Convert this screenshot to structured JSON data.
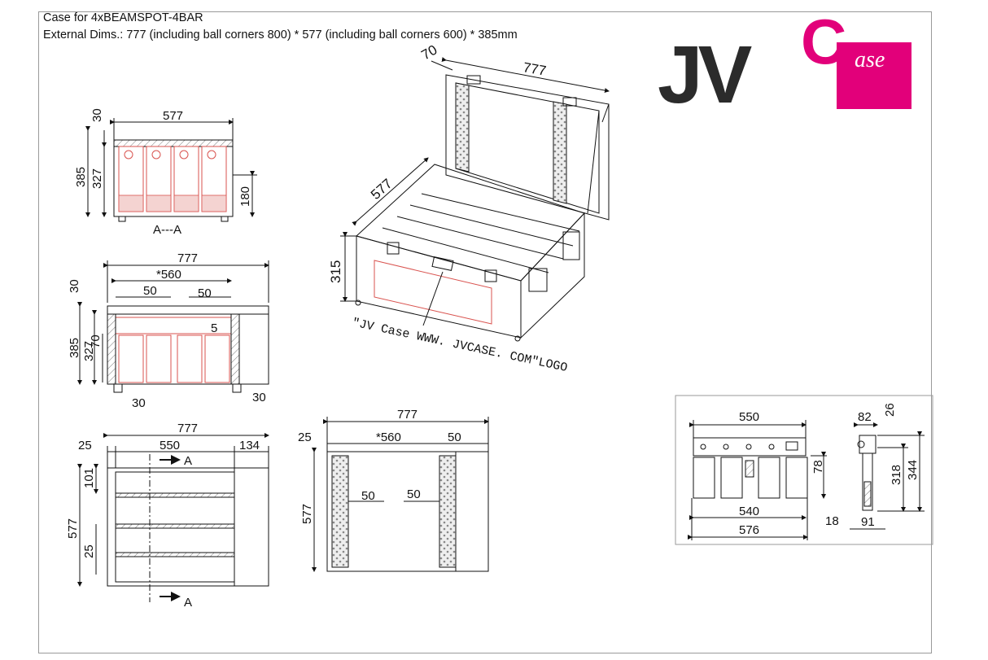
{
  "header": {
    "title": "Case for 4xBEAMSPOT-4BAR",
    "dims": "External Dims.: 777 (including ball corners 800) * 577 (including ball corners 600) * 385mm"
  },
  "logo": {
    "jv": "JV",
    "c": "C",
    "ase": "ase",
    "color_dark": "#2b2b2b",
    "color_brand": "#e2007a"
  },
  "iso_view": {
    "d70": "70",
    "d777": "777",
    "d577": "577",
    "d315": "315",
    "logo_note": "\"JV Case WWW. JVCASE. COM\"LOGO"
  },
  "section_aa": {
    "d30": "30",
    "d577": "577",
    "d385": "385",
    "d327": "327",
    "d180": "180",
    "label": "A---A"
  },
  "side_view": {
    "d777": "777",
    "d560": "*560",
    "d30": "30",
    "d50a": "50",
    "d50b": "50",
    "d385": "385",
    "d327": "327",
    "d70": "70",
    "d5": "5",
    "d30b": "30",
    "d30c": "30"
  },
  "top_view": {
    "d777": "777",
    "d25": "25",
    "d550": "550",
    "d134": "134",
    "d101": "101",
    "d577": "577",
    "d25b": "25",
    "arrowA1": "A",
    "arrowA2": "A"
  },
  "lid_view": {
    "d777": "777",
    "d25": "25",
    "d560": "*560",
    "d50": "50",
    "d50b": "50",
    "d50c": "50",
    "d577": "577"
  },
  "fixture_view": {
    "d550": "550",
    "d78": "78",
    "d540": "540",
    "d576": "576",
    "d18": "18",
    "d82": "82",
    "d26": "26",
    "d318": "318",
    "d344": "344",
    "d91": "91"
  }
}
